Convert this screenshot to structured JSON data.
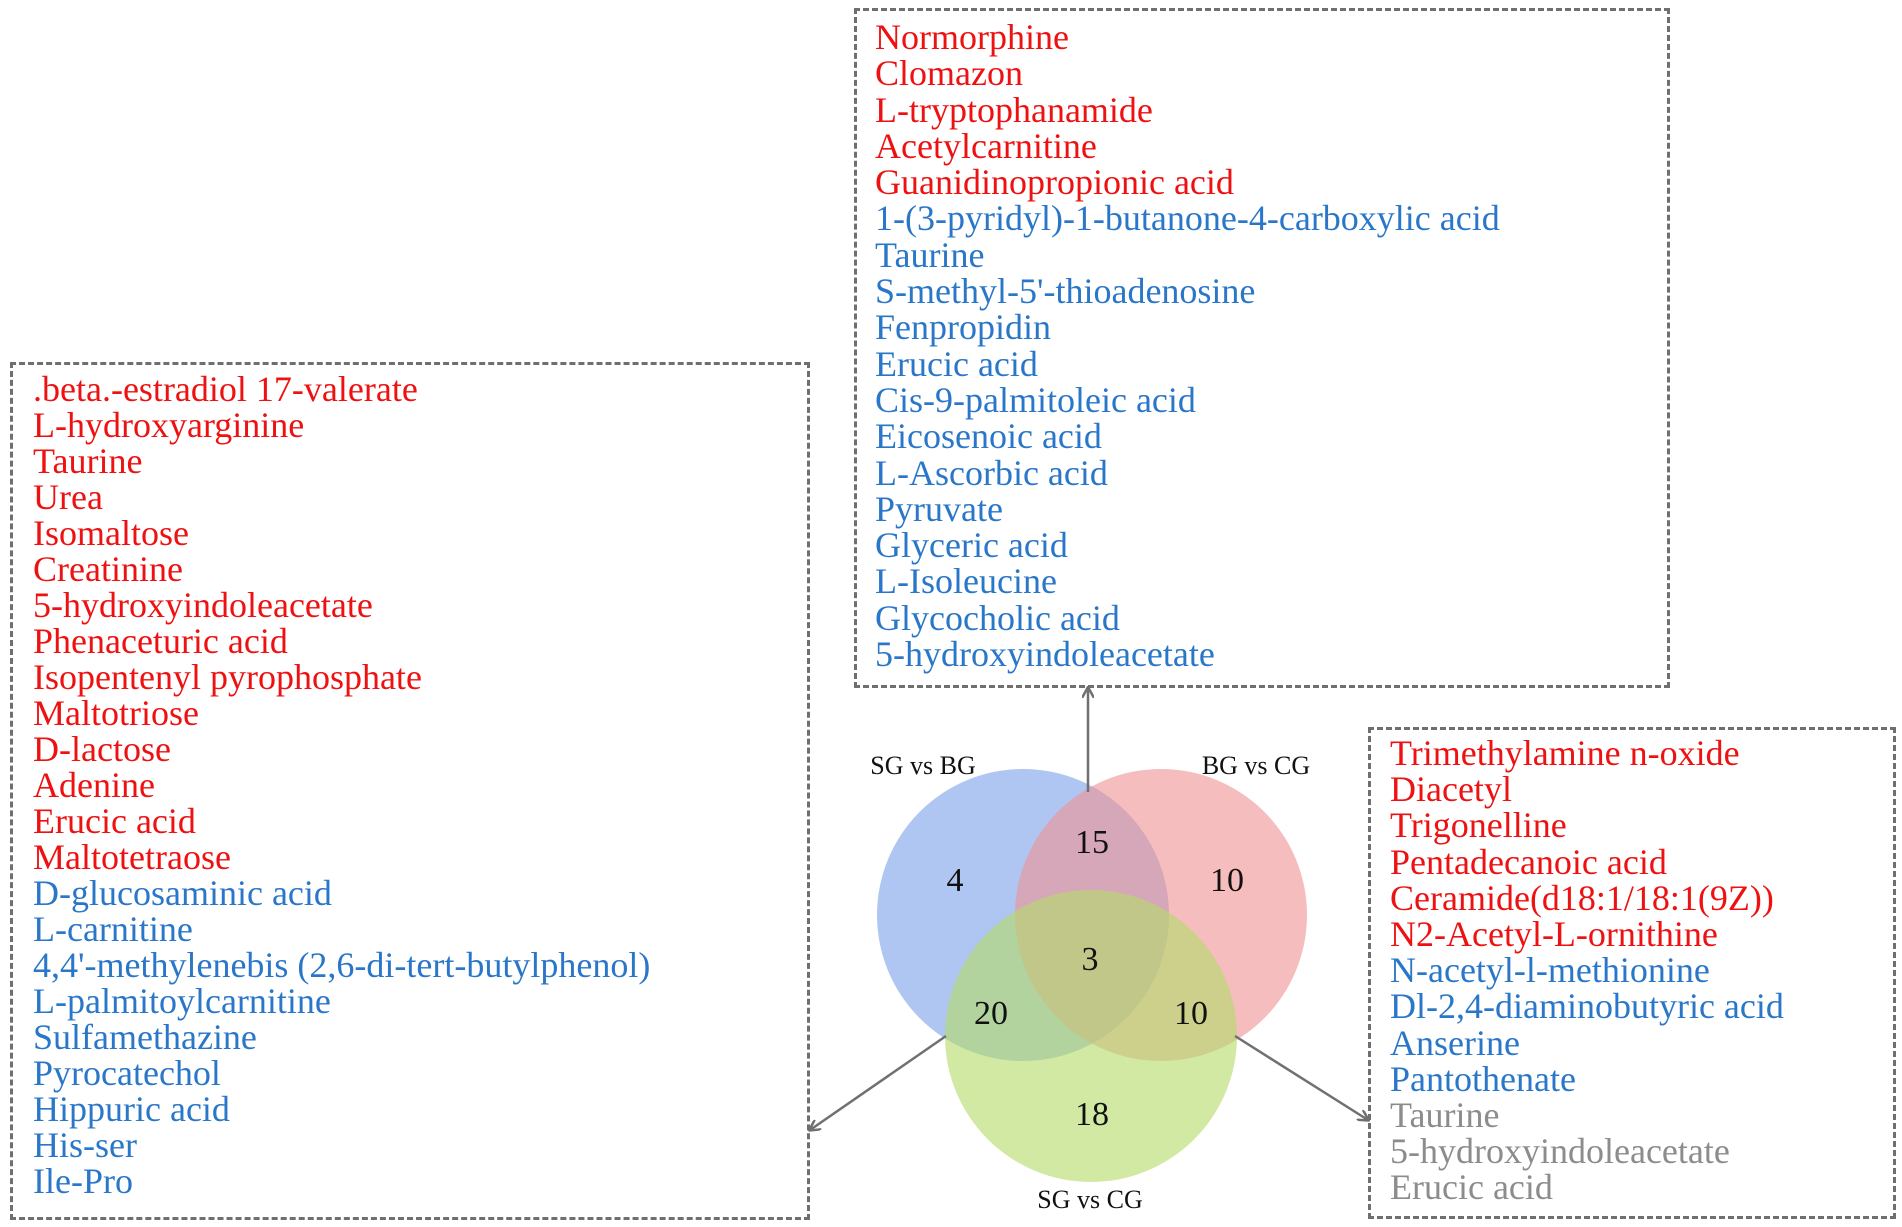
{
  "colors": {
    "up": "#ee1111",
    "down": "#2a77c9",
    "neutral": "#8c8c8c",
    "circle_sg_bg": "#7ea3ea",
    "circle_bg_cg": "#ef9494",
    "circle_sg_cg": "#b5dc6a",
    "arrow": "#707070",
    "border": "#6f6f6f"
  },
  "venn": {
    "sets": [
      {
        "label": "SG vs BG"
      },
      {
        "label": "BG vs CG"
      },
      {
        "label": "SG vs CG"
      }
    ],
    "counts": {
      "sg_bg_only": "4",
      "bg_cg_only": "10",
      "sg_cg_only": "18",
      "sg_bg_and_bg_cg": "15",
      "sg_bg_and_sg_cg": "20",
      "bg_cg_and_sg_cg": "10",
      "all_three": "3"
    }
  },
  "lists": {
    "top": [
      {
        "text": "Normorphine",
        "color": "#ee1111"
      },
      {
        "text": "Clomazon",
        "color": "#ee1111"
      },
      {
        "text": "L-tryptophanamide",
        "color": "#ee1111"
      },
      {
        "text": "Acetylcarnitine",
        "color": "#ee1111"
      },
      {
        "text": "Guanidinopropionic acid",
        "color": "#ee1111"
      },
      {
        "text": "1-(3-pyridyl)-1-butanone-4-carboxylic acid",
        "color": "#2a77c9"
      },
      {
        "text": "Taurine",
        "color": "#2a77c9"
      },
      {
        "text": "S-methyl-5'-thioadenosine",
        "color": "#2a77c9"
      },
      {
        "text": "Fenpropidin",
        "color": "#2a77c9"
      },
      {
        "text": "Erucic acid",
        "color": "#2a77c9"
      },
      {
        "text": "Cis-9-palmitoleic acid",
        "color": "#2a77c9"
      },
      {
        "text": "Eicosenoic acid",
        "color": "#2a77c9"
      },
      {
        "text": "L-Ascorbic acid",
        "color": "#2a77c9"
      },
      {
        "text": "Pyruvate",
        "color": "#2a77c9"
      },
      {
        "text": "Glyceric acid",
        "color": "#2a77c9"
      },
      {
        "text": "L-Isoleucine",
        "color": "#2a77c9"
      },
      {
        "text": "Glycocholic acid",
        "color": "#2a77c9"
      },
      {
        "text": "5-hydroxyindoleacetate",
        "color": "#2a77c9"
      }
    ],
    "left": [
      {
        "text": ".beta.-estradiol 17-valerate",
        "color": "#ee1111"
      },
      {
        "text": "L-hydroxyarginine",
        "color": "#ee1111"
      },
      {
        "text": "Taurine",
        "color": "#ee1111"
      },
      {
        "text": "Urea",
        "color": "#ee1111"
      },
      {
        "text": "Isomaltose",
        "color": "#ee1111"
      },
      {
        "text": "Creatinine",
        "color": "#ee1111"
      },
      {
        "text": "5-hydroxyindoleacetate",
        "color": "#ee1111"
      },
      {
        "text": "Phenaceturic acid",
        "color": "#ee1111"
      },
      {
        "text": "Isopentenyl pyrophosphate",
        "color": "#ee1111"
      },
      {
        "text": "Maltotriose",
        "color": "#ee1111"
      },
      {
        "text": "D-lactose",
        "color": "#ee1111"
      },
      {
        "text": "Adenine",
        "color": "#ee1111"
      },
      {
        "text": "Erucic acid",
        "color": "#ee1111"
      },
      {
        "text": "Maltotetraose",
        "color": "#ee1111"
      },
      {
        "text": "D-glucosaminic acid",
        "color": "#2a77c9"
      },
      {
        "text": "L-carnitine",
        "color": "#2a77c9"
      },
      {
        "text": "4,4'-methylenebis (2,6-di-tert-butylphenol)",
        "color": "#2a77c9"
      },
      {
        "text": "L-palmitoylcarnitine",
        "color": "#2a77c9"
      },
      {
        "text": "Sulfamethazine",
        "color": "#2a77c9"
      },
      {
        "text": "Pyrocatechol",
        "color": "#2a77c9"
      },
      {
        "text": "Hippuric acid",
        "color": "#2a77c9"
      },
      {
        "text": "His-ser",
        "color": "#2a77c9"
      },
      {
        "text": "Ile-Pro",
        "color": "#2a77c9"
      }
    ],
    "right": [
      {
        "text": "Trimethylamine n-oxide",
        "color": "#ee1111"
      },
      {
        "text": "Diacetyl",
        "color": "#ee1111"
      },
      {
        "text": "Trigonelline",
        "color": "#ee1111"
      },
      {
        "text": "Pentadecanoic acid",
        "color": "#ee1111"
      },
      {
        "text": "Ceramide(d18:1/18:1(9Z))",
        "color": "#ee1111"
      },
      {
        "text": "N2-Acetyl-L-ornithine",
        "color": "#ee1111"
      },
      {
        "text": "N-acetyl-l-methionine",
        "color": "#2a77c9"
      },
      {
        "text": "Dl-2,4-diaminobutyric acid",
        "color": "#2a77c9"
      },
      {
        "text": "Anserine",
        "color": "#2a77c9"
      },
      {
        "text": "Pantothenate",
        "color": "#2a77c9"
      },
      {
        "text": "Taurine",
        "color": "#8c8c8c"
      },
      {
        "text": "5-hydroxyindoleacetate",
        "color": "#8c8c8c"
      },
      {
        "text": "Erucic acid",
        "color": "#8c8c8c"
      }
    ]
  }
}
